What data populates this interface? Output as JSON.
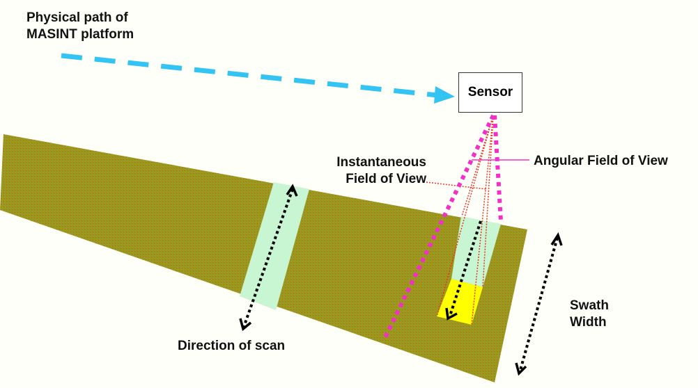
{
  "labels": {
    "platform_path": "Physical path of MASINT platform",
    "platform_path_line1": "Physical path of",
    "platform_path_line2": "MASINT platform",
    "sensor": "Sensor",
    "ifov_line1": "Instantaneous",
    "ifov_line2": "Field of View",
    "afov": "Angular Field of View",
    "scan_direction": "Direction of scan",
    "swath_line1": "Swath",
    "swath_line2": "Width"
  },
  "colors": {
    "swath": "#9c9a1c",
    "scan_strip": "#c8f5d2",
    "ifov_patch": "#ffff00",
    "path_arrow": "#33c4f4",
    "afov_lines": "#f030c8",
    "ifov_lines": "#f03020"
  }
}
